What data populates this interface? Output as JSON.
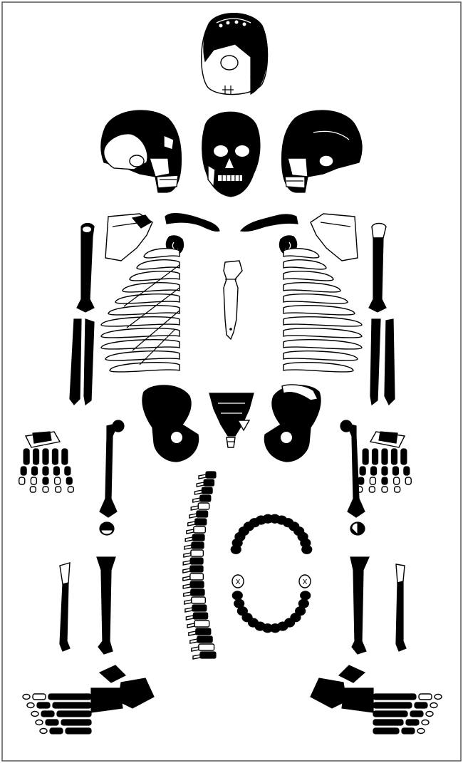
{
  "diagram": {
    "type": "skeletal-inventory",
    "colors": {
      "present": "#000000",
      "absent": "#ffffff",
      "outline": "#000000",
      "frame": "#555555",
      "background": "#ffffff"
    },
    "skull_missing_marks": [
      "X",
      "X"
    ]
  }
}
